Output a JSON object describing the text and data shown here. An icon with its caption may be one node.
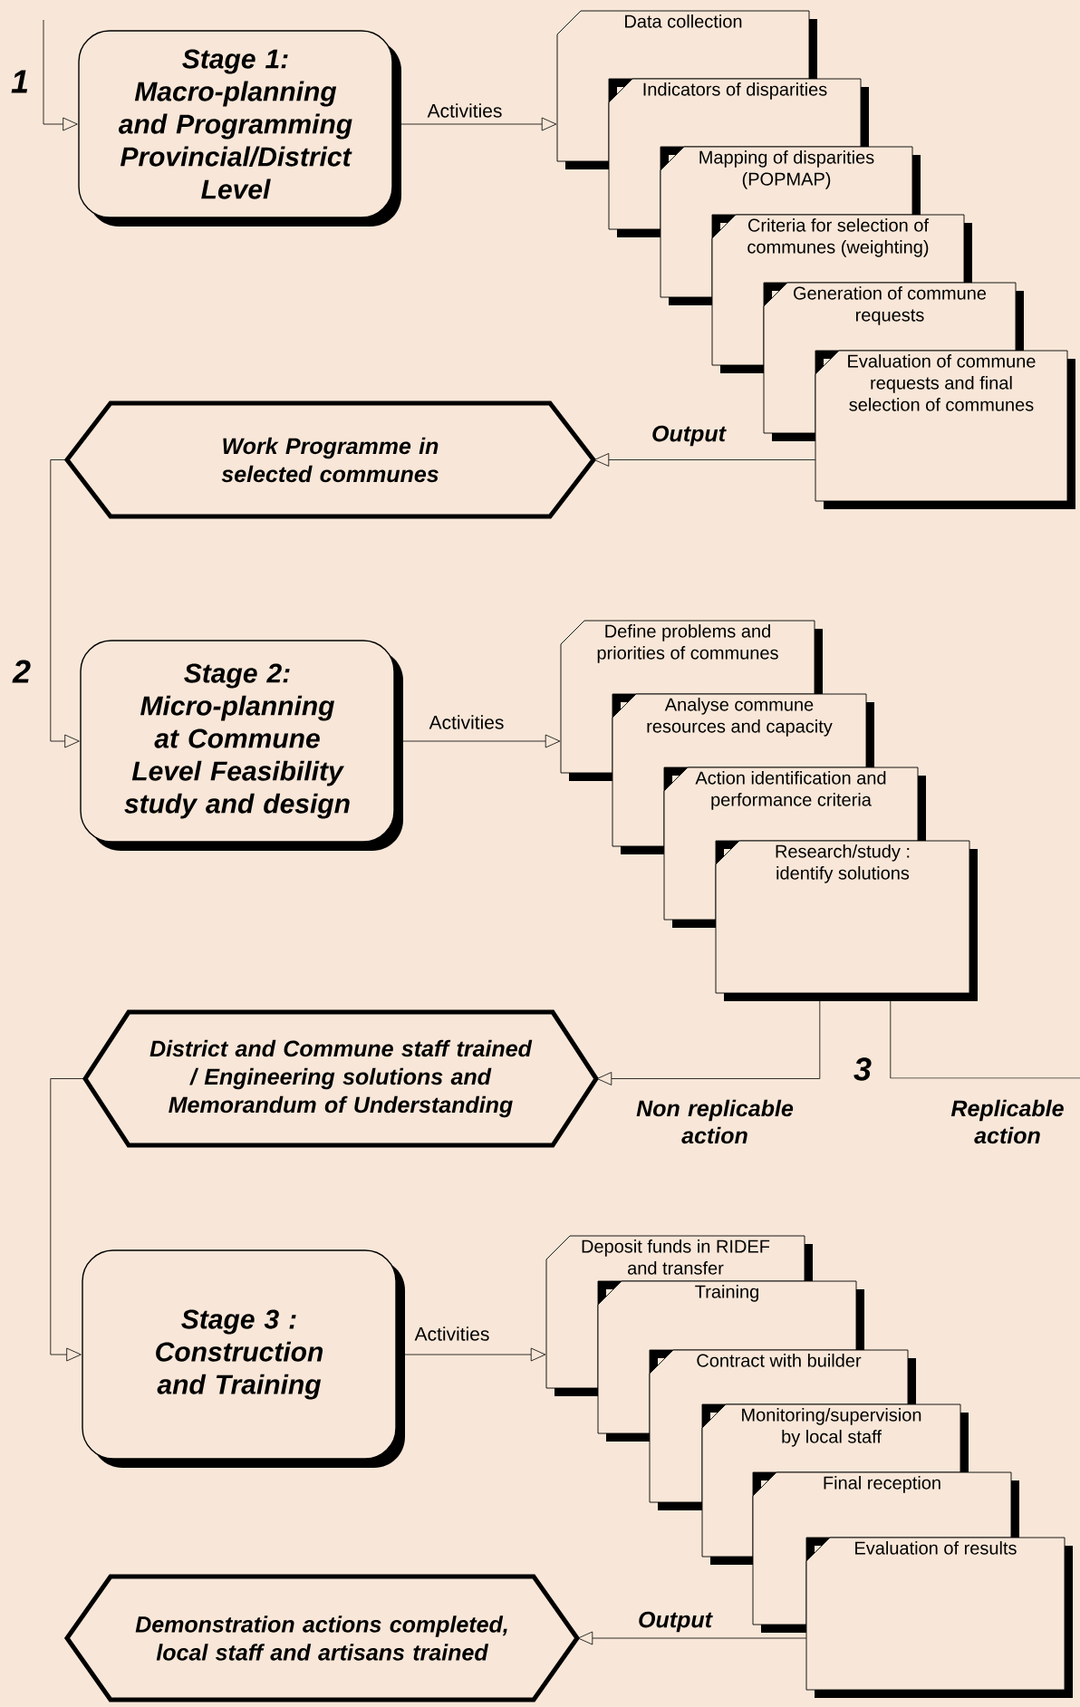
{
  "diagram": {
    "nodes": [
      {
        "text": [
          "Stage 1:",
          "Macro-planning and Programming Provincial/District Level"
        ]
      },
      {
        "text": [
          "Data collection"
        ]
      },
      {
        "text": [
          "Indicators of disparities"
        ]
      },
      {
        "text": [
          "Mapping of disparities (POPMAP)"
        ]
      },
      {
        "text": [
          "Criteria for selection of communes (weighting)"
        ]
      },
      {
        "text": [
          "Generation of commune requests"
        ]
      },
      {
        "text": [
          "Evaluation of commune requests and final selection of communes"
        ]
      },
      {
        "text": [
          "Work Programme in selected communes"
        ]
      },
      {
        "text": [
          "Stage 2:",
          "Micro-planning at Commune Level Feasibility study and design"
        ]
      },
      {
        "text": [
          "Define problems and priorities of communes"
        ]
      },
      {
        "text": [
          "Analyse commune resources and capacity"
        ]
      },
      {
        "text": [
          "Action identification and performance criteria"
        ]
      },
      {
        "text": [
          "Research/study : identify solutions"
        ]
      },
      {
        "text": [
          "District and Commune staff trained / Engineering solutions and Memorandum of Understanding"
        ]
      },
      {
        "text": [
          "Stage 3 :",
          "Construction and Training"
        ]
      },
      {
        "text": [
          "Deposit funds in RIDEF and transfer"
        ]
      },
      {
        "text": [
          "Training"
        ]
      },
      {
        "text": [
          "Contract with builder"
        ]
      },
      {
        "text": [
          "Monitoring/supervision by local staff"
        ]
      },
      {
        "text": [
          "Final reception"
        ]
      },
      {
        "text": [
          "Evaluation of results"
        ]
      },
      {
        "text": [
          "Demonstration actions completed, local staff and artisans trained"
        ]
      }
    ],
    "edges": [
      {
        "from": null,
        "to": 0,
        "arrow": "to"
      },
      {
        "from": 0,
        "to": 1,
        "arrow": "to",
        "label": "Activities"
      },
      {
        "from": 6,
        "to": 7,
        "arrow": "to",
        "label": "Output"
      },
      {
        "from": 7,
        "to": 8,
        "arrow": "to"
      },
      {
        "from": 8,
        "to": 9,
        "arrow": "to",
        "label": "Activities"
      },
      {
        "from": 12,
        "to": 13,
        "arrow": "to",
        "label": "Non replicable action"
      },
      {
        "from": 12,
        "to": null,
        "arrow": "none",
        "label": "Replicable action"
      },
      {
        "from": 13,
        "to": 14,
        "arrow": "to"
      },
      {
        "from": 14,
        "to": 15,
        "arrow": "to",
        "label": "Activities"
      },
      {
        "from": 20,
        "to": 21,
        "arrow": "to",
        "label": "Output"
      }
    ],
    "labels": [
      "1",
      "2",
      "3"
    ]
  }
}
